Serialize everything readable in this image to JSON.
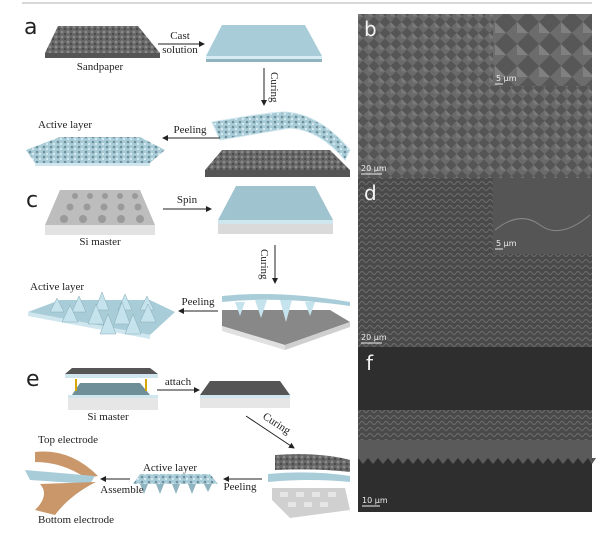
{
  "panels": {
    "a": {
      "letter": "a",
      "sandpaper": "Sandpaper",
      "cast": "Cast",
      "solution": "solution",
      "curing": "Curing",
      "peeling": "Peeling",
      "active_layer": "Active layer"
    },
    "b": {
      "letter": "b",
      "scale_main": "20 µm",
      "scale_inset": "5 µm"
    },
    "c": {
      "letter": "c",
      "si_master": "Si master",
      "spin": "Spin",
      "curing": "Curing",
      "peeling": "Peeling",
      "active_layer": "Active layer"
    },
    "d": {
      "letter": "d",
      "scale_main": "20 µm",
      "scale_inset": "5 µm"
    },
    "e": {
      "letter": "e",
      "si_master": "Si master",
      "attach": "attach",
      "curing": "Curing",
      "peeling": "Peeling",
      "active_layer": "Active layer",
      "assemble": "Assemble",
      "top_electrode": "Top electrode",
      "bottom_electrode": "Bottom electrode"
    },
    "f": {
      "letter": "f",
      "scale_main": "10 µm"
    }
  },
  "colors": {
    "pdms": "#a9cdd8",
    "pdms_side": "#cfe6ee",
    "sandpaper": "#6b6b6b",
    "silicon": "#d8d8d8",
    "electrode": "#c9976a",
    "sem": "#555555"
  }
}
